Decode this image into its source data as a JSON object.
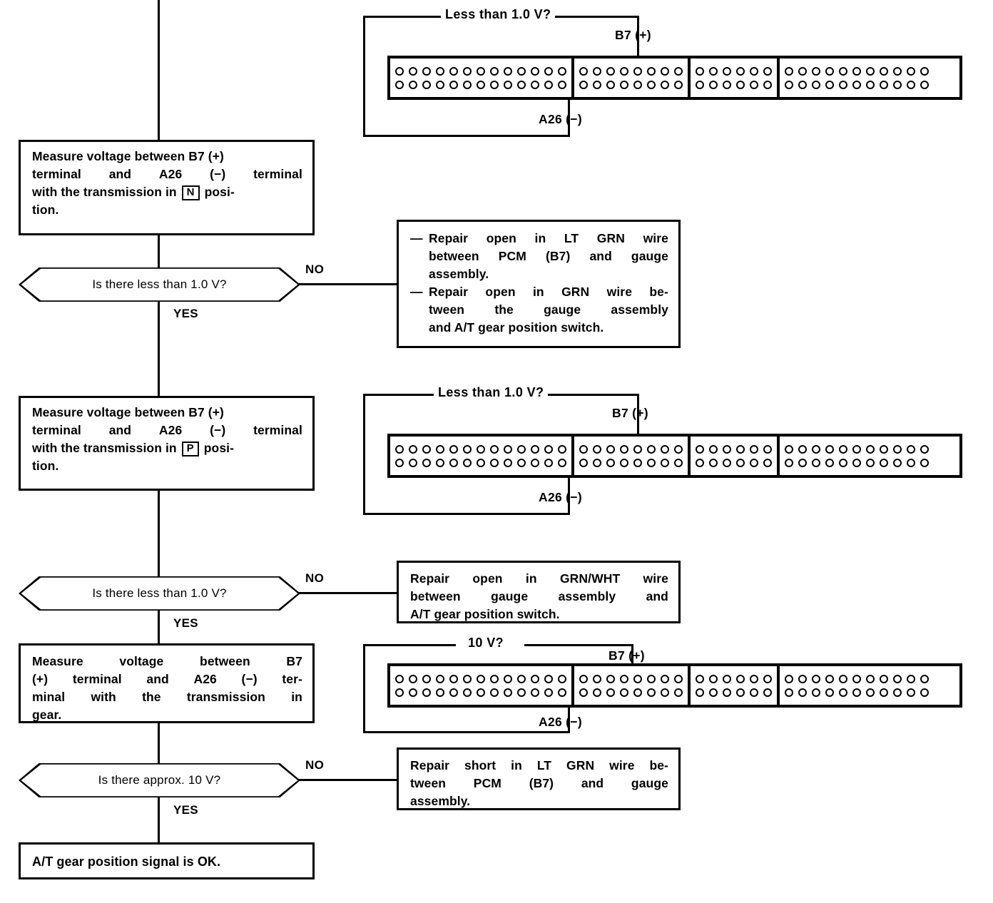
{
  "document": {
    "title": "A/T Gear Position Signal Troubleshooting Flowchart"
  },
  "flow": {
    "steps": [
      {
        "id": "measure-n",
        "type": "process",
        "lines": [
          "Measure voltage between B7 (+)",
          "terminal and A26 (−) terminal",
          "with the transmission in |N| posi-",
          "tion."
        ],
        "line1": "Measure voltage between B7 (+)",
        "line2_words": [
          "terminal",
          "and",
          "A26",
          "(−)",
          "terminal"
        ],
        "line3_pre": "with the transmission in",
        "line3_gear": "N",
        "line3_post": "posi-",
        "line4": "tion."
      },
      {
        "id": "decision-n",
        "type": "decision",
        "question": "Is there less than 1.0 V?",
        "no_label": "NO",
        "yes_label": "YES"
      },
      {
        "id": "measure-p",
        "type": "process",
        "line1": "Measure voltage between B7 (+)",
        "line2_words": [
          "terminal",
          "and",
          "A26",
          "(−)",
          "terminal"
        ],
        "line3_pre": "with the transmission in",
        "line3_gear": "P",
        "line3_post": "posi-",
        "line4": "tion."
      },
      {
        "id": "decision-p",
        "type": "decision",
        "question": "Is there less than 1.0 V?",
        "no_label": "NO",
        "yes_label": "YES"
      },
      {
        "id": "measure-gear",
        "type": "process",
        "line1_words": [
          "Measure",
          "voltage",
          "between",
          "B7"
        ],
        "line2_words": [
          "(+)",
          "terminal",
          "and",
          "A26",
          "(−)",
          "ter-"
        ],
        "line3_words": [
          "minal",
          "with",
          "the",
          "transmission",
          "in"
        ],
        "line4": "gear."
      },
      {
        "id": "decision-gear",
        "type": "decision",
        "question": "Is there approx. 10 V?",
        "no_label": "NO",
        "yes_label": "YES"
      },
      {
        "id": "result-ok",
        "type": "terminal",
        "text": "A/T gear position signal is OK."
      }
    ],
    "repairs": [
      {
        "id": "repair-1",
        "bullets": [
          {
            "mark": "—",
            "lines": [
              "Repair open in LT GRN wire",
              "between PCM (B7) and gauge",
              "assembly."
            ],
            "line1_words": [
              "Repair",
              "open",
              "in",
              "LT",
              "GRN",
              "wire"
            ],
            "line2_words": [
              "between",
              "PCM",
              "(B7)",
              "and",
              "gauge"
            ],
            "line3": "assembly."
          },
          {
            "mark": "—",
            "lines": [
              "Repair open in GRN wire be-",
              "tween the gauge assembly",
              "and A/T gear position switch."
            ],
            "line1_words": [
              "Repair",
              "open",
              "in",
              "GRN",
              "wire",
              "be-"
            ],
            "line2_words": [
              "tween",
              "the",
              "gauge",
              "assembly"
            ],
            "line3": "and A/T gear position switch."
          }
        ]
      },
      {
        "id": "repair-2",
        "line1_words": [
          "Repair",
          "open",
          "in",
          "GRN/WHT",
          "wire"
        ],
        "line2_words": [
          "between",
          "gauge",
          "assembly",
          "and"
        ],
        "line3": "A/T gear position switch."
      },
      {
        "id": "repair-3",
        "line1_words": [
          "Repair",
          "short",
          "in",
          "LT",
          "GRN",
          "wire",
          "be-"
        ],
        "line2_words": [
          "tween",
          "PCM",
          "(B7)",
          "and",
          "gauge"
        ],
        "line3": "assembly."
      }
    ]
  },
  "connectors": [
    {
      "id": "connector-1",
      "bracket_label": "Less than 1.0 V?",
      "positive_label": "B7 (+)",
      "negative_label": "A26 (−)",
      "segments": [
        13,
        8,
        6,
        11
      ],
      "rows": 2
    },
    {
      "id": "connector-2",
      "bracket_label": "Less than 1.0 V?",
      "positive_label": "B7 (+)",
      "negative_label": "A26 (−)",
      "segments": [
        13,
        8,
        6,
        11
      ],
      "rows": 2
    },
    {
      "id": "connector-3",
      "bracket_label": "10 V?",
      "positive_label": "B7 (+)",
      "negative_label": "A26 (−)",
      "segments": [
        13,
        8,
        6,
        11
      ],
      "rows": 2
    }
  ],
  "colors": {
    "ink": "#000000",
    "paper": "#ffffff"
  }
}
